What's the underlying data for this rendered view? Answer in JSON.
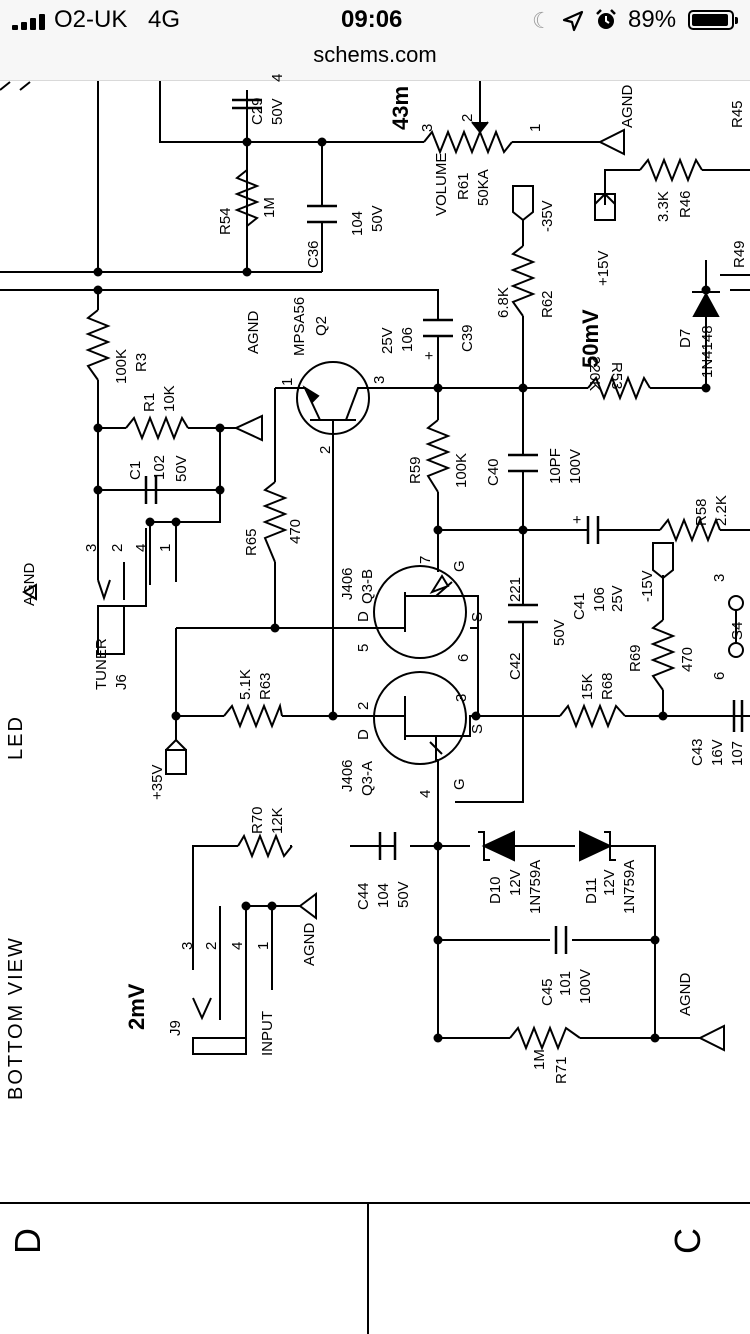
{
  "status": {
    "carrier": "O2-UK",
    "network": "4G",
    "time": "09:06",
    "battery": "89%",
    "icons": [
      "signal-icon",
      "moon-icon",
      "location-arrow-icon",
      "alarm-clock-icon",
      "battery-icon"
    ]
  },
  "browser": {
    "url": "schems.com"
  },
  "schematic": {
    "side_labels": {
      "bottom_view": "BOTTOM VIEW",
      "led": "LED",
      "agnd": "AGND"
    },
    "levels": {
      "input": "2mV",
      "output": "50mV",
      "top": "43m"
    },
    "grid": {
      "left": "D",
      "right": "C"
    },
    "components": {
      "c29": {
        "ref": "C29",
        "v1": "4",
        "v2": "50V"
      },
      "r54": {
        "ref": "R54",
        "value": "1M"
      },
      "c36": {
        "ref": "C36",
        "value": "104",
        "rating": "50V"
      },
      "r61": {
        "ref": "R61",
        "value": "50KA",
        "name": "VOLUME",
        "p1": "1",
        "p2": "2",
        "p3": "3"
      },
      "agnd_top": "AGND",
      "r45": {
        "ref": "R45"
      },
      "r46": {
        "ref": "R46",
        "value": "3.3K"
      },
      "m35": "-35V",
      "p15": "+15V",
      "r62": {
        "ref": "R62",
        "value": "6.8K"
      },
      "c39": {
        "ref": "C39",
        "value": "106",
        "rating": "25V",
        "plus": "+"
      },
      "q2": {
        "ref": "Q2",
        "type": "MPSA56",
        "p1": "1",
        "p2": "2",
        "p3": "3"
      },
      "agnd_q2": "AGND",
      "r53": {
        "ref": "R53",
        "value": "220K"
      },
      "d7": {
        "ref": "D7",
        "type": "1N4148"
      },
      "r49": {
        "ref": "R49"
      },
      "r3": {
        "ref": "R3",
        "value": "100K"
      },
      "r1": {
        "ref": "R1",
        "value": "10K"
      },
      "c1": {
        "ref": "C1",
        "value": "102",
        "rating": "50V"
      },
      "j6": {
        "ref": "J6",
        "name": "TUNER",
        "p1": "1",
        "p2": "2",
        "p3": "3",
        "p4": "4"
      },
      "r59": {
        "ref": "R59",
        "value": "100K"
      },
      "c40": {
        "ref": "C40",
        "value": "10PF",
        "rating": "100V"
      },
      "r65": {
        "ref": "R65",
        "value": "470"
      },
      "q3b": {
        "ref": "Q3-B",
        "type": "J406",
        "d": "D",
        "g": "G",
        "s": "S",
        "p5": "5",
        "p6": "6",
        "p7": "7"
      },
      "c41": {
        "ref": "C41",
        "value": "106",
        "rating": "25V",
        "plus": "+"
      },
      "r58": {
        "ref": "R58",
        "value": "2.2K"
      },
      "m15": "-15V",
      "s4": {
        "ref": "S4",
        "p3": "3",
        "p6": "6"
      },
      "c42": {
        "ref": "C42",
        "value": "221",
        "rating": "50V"
      },
      "r69": {
        "ref": "R69",
        "value": "470"
      },
      "r63": {
        "ref": "R63",
        "value": "5.1K"
      },
      "q3a": {
        "ref": "Q3-A",
        "type": "J406",
        "d": "D",
        "g": "G",
        "s": "S",
        "p2": "2",
        "p3": "3",
        "p4": "4"
      },
      "r68": {
        "ref": "R68",
        "value": "15K"
      },
      "p35": "+35V",
      "c43": {
        "ref": "C43",
        "value": "107",
        "rating": "16V"
      },
      "r70": {
        "ref": "R70",
        "value": "12K"
      },
      "c44": {
        "ref": "C44",
        "value": "104",
        "rating": "50V"
      },
      "d10": {
        "ref": "D10",
        "rating": "12V",
        "type": "1N759A"
      },
      "d11": {
        "ref": "D11",
        "rating": "12V",
        "type": "1N759A"
      },
      "j9": {
        "ref": "J9",
        "name": "INPUT",
        "p1": "1",
        "p2": "2",
        "p3": "3",
        "p4": "4"
      },
      "agnd_j9": "AGND",
      "c45": {
        "ref": "C45",
        "value": "101",
        "rating": "100V"
      },
      "r71": {
        "ref": "R71",
        "value": "1M"
      },
      "agnd_bot": "AGND"
    }
  }
}
